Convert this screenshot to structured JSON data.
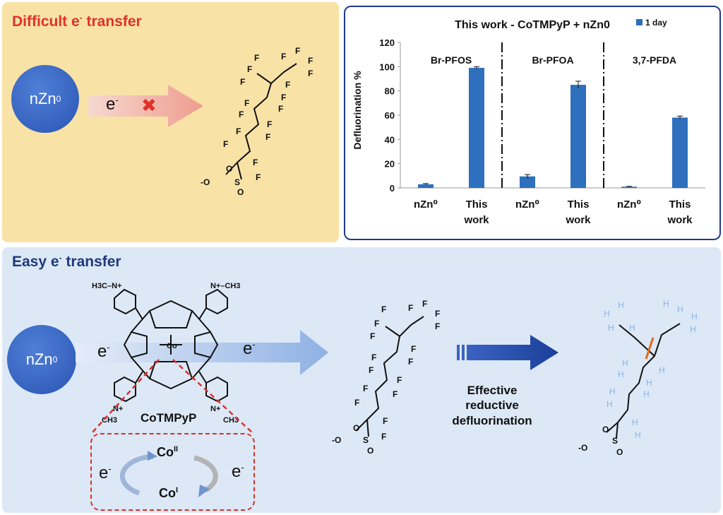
{
  "top_left": {
    "title": "Difficult e",
    "title_sup": "-",
    "title_rest": " transfer",
    "particle": "nZn",
    "particle_sup": "0",
    "electron": "e",
    "electron_sup": "-",
    "blocked_mark": "✖"
  },
  "bottom": {
    "title": "Easy e",
    "title_sup": "-",
    "title_rest": " transfer",
    "particle": "nZn",
    "particle_sup": "0",
    "electron_left": "e",
    "electron_right": "e",
    "electron_sup": "-",
    "catalyst_name": "CoTMPyP",
    "cycle_top": "Co",
    "cycle_top_sup": "II",
    "cycle_bottom": "Co",
    "cycle_bottom_sup": "I",
    "cycle_e_left": "e",
    "cycle_e_right": "e",
    "process_label_line1": "Effective",
    "process_label_line2": "reductive",
    "process_label_line3": "defluorination",
    "porphyrin_metal": "Co",
    "pyridinium_top_left": "H3C–N+",
    "pyridinium_top_right": "N+–CH3",
    "pyridinium_bottom_left": "N+",
    "pyridinium_bottom_right": "N+",
    "methyl": "CH3"
  },
  "molecule": {
    "atom_F": "F",
    "atom_S": "S",
    "atom_O": "O",
    "atom_H": "H",
    "anion_O": "-O"
  },
  "colors": {
    "yellow_panel": "#f8e2a6",
    "blue_panel": "#dce8f6",
    "bar_blue": "#2e6fbe",
    "red": "#e0322a",
    "dark_blue_title": "#1f3a7a"
  },
  "chart_data": {
    "type": "bar",
    "title": "This work - CoTMPyP + nZn0",
    "ylabel": "Defluorination %",
    "ylim": [
      0,
      120
    ],
    "yticks": [
      0,
      20,
      40,
      60,
      80,
      100,
      120
    ],
    "legend": "1 day",
    "legend_position": "top-right",
    "groups": [
      "Br-PFOS",
      "Br-PFOA",
      "3,7-PFDA"
    ],
    "categories": [
      "nZn0",
      "This work",
      "nZn0",
      "This work",
      "nZn0",
      "This work"
    ],
    "values": [
      3,
      99,
      9.5,
      85,
      1,
      58
    ],
    "errors": [
      0.6,
      1,
      1.5,
      3,
      0.3,
      1.2
    ],
    "category_line1": [
      "nZn⁰",
      "This",
      "nZn⁰",
      "This",
      "nZn⁰",
      "This"
    ],
    "category_line2": [
      "",
      "work",
      "",
      "work",
      "",
      "work"
    ]
  }
}
